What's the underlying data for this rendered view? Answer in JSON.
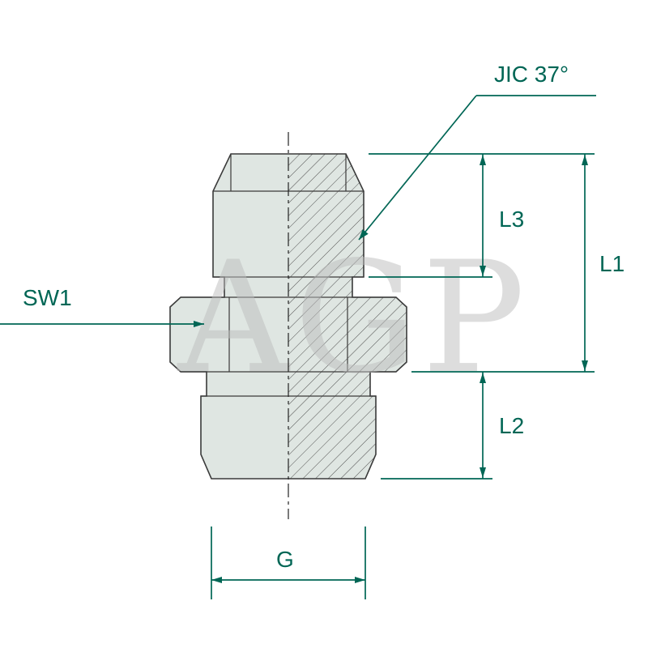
{
  "diagram": {
    "type_label": "JIC 37°",
    "labels": {
      "l1": "L1",
      "l2": "L2",
      "l3": "L3",
      "sw1": "SW1",
      "g": "G"
    },
    "watermark": "AGP",
    "colors": {
      "dimension": "#006655",
      "outline": "#3a3a3a",
      "fill": "#dfe6e2",
      "hatch": "#4f4f4f",
      "watermark": "#bdbdbd"
    }
  }
}
